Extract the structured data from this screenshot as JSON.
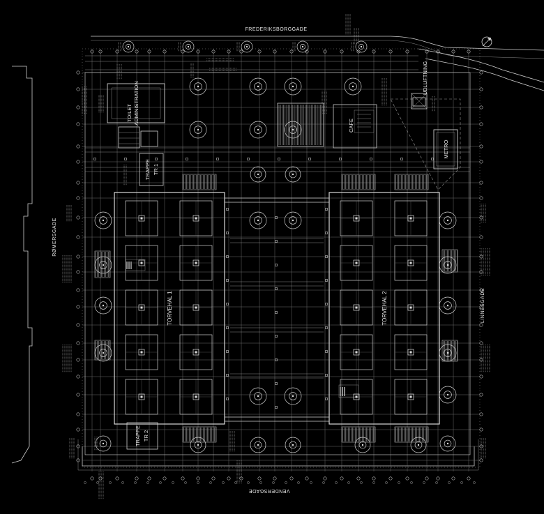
{
  "streets": {
    "north": "FREDERIKSBORGGADE",
    "west": "RØMERSGADE",
    "east": "LINNÉSGADE",
    "south": "VENDERSGADE"
  },
  "rooms": {
    "toilet": "TOILET",
    "administration": "ADMINISTRATION",
    "trappe_1": "TRAPPE",
    "trappe_1_num": "TR 1",
    "trappe_2": "TRAPPE",
    "trappe_2_num": "TR 2",
    "cafe": "CAFE",
    "udluftning": "UDLUFTNING",
    "metro": "METRO"
  },
  "halls": {
    "hall_1": "TORVEHAL 1",
    "hall_2": "TORVEHAL 2"
  }
}
